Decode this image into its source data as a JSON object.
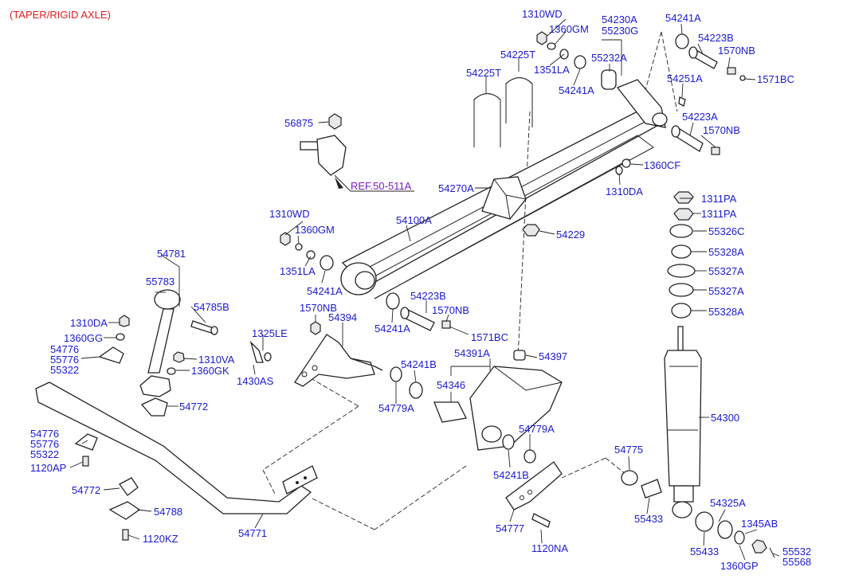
{
  "caption": "(TAPER/RIGID AXLE)",
  "reference": "REF.50-511A",
  "parts": {
    "p1310wd_top": "1310WD",
    "p1360gm_top": "1360GM",
    "p1351la_top": "1351LA",
    "p54225t_a": "54225T",
    "p54225t_b": "54225T",
    "p54230a": "54230A",
    "p55230g": "55230G",
    "p55232a": "55232A",
    "p54241a_top": "54241A",
    "p54241a_tr": "54241A",
    "p54223b_tr": "54223B",
    "p1570nb_tr": "1570NB",
    "p1571bc_tr": "1571BC",
    "p54251a": "54251A",
    "p54223a": "54223A",
    "p1570nb_r": "1570NB",
    "p1360cf": "1360CF",
    "p1310da_r": "1310DA",
    "p56875": "56875",
    "p54270a": "54270A",
    "p54229": "54229",
    "p54100a": "54100A",
    "p1310wd_l": "1310WD",
    "p1360gm_l": "1360GM",
    "p1351la_l": "1351LA",
    "p54241a_l": "54241A",
    "p54223b_m": "54223B",
    "p1570nb_m": "1570NB",
    "p1571bc_m": "1571BC",
    "p54241a_m": "54241A",
    "p1311pa_1": "1311PA",
    "p1311pa_2": "1311PA",
    "p55326c": "55326C",
    "p55328a_1": "55328A",
    "p55327a_1": "55327A",
    "p55327a_2": "55327A",
    "p55328a_2": "55328A",
    "p54781": "54781",
    "p55783": "55783",
    "p54785b": "54785B",
    "p1310da_l": "1310DA",
    "p1360gg": "1360GG",
    "p54776_a": "54776",
    "p55776_a": "55776",
    "p55322_a": "55322",
    "p1310va": "1310VA",
    "p1360gk": "1360GK",
    "p1570nb_c": "1570NB",
    "p1325le": "1325LE",
    "p54394": "54394",
    "p1430as": "1430AS",
    "p54241b_a": "54241B",
    "p54779a_a": "54779A",
    "p54391a": "54391A",
    "p54397": "54397",
    "p54346": "54346",
    "p54300": "54300",
    "p54772_a": "54772",
    "p54776_b": "54776",
    "p55776_b": "55776",
    "p55322_b": "55322",
    "p1120ap": "1120AP",
    "p54779a_b": "54779A",
    "p54241b_b": "54241B",
    "p54775": "54775",
    "p54772_b": "54772",
    "p54788": "54788",
    "p54777": "54777",
    "p55433_a": "55433",
    "p54325a": "54325A",
    "p1345ab": "1345AB",
    "p54771": "54771",
    "p1120kz": "1120KZ",
    "p1120na": "1120NA",
    "p55433_b": "55433",
    "p1360gp": "1360GP",
    "p55532": "55532",
    "p55568": "55568"
  }
}
